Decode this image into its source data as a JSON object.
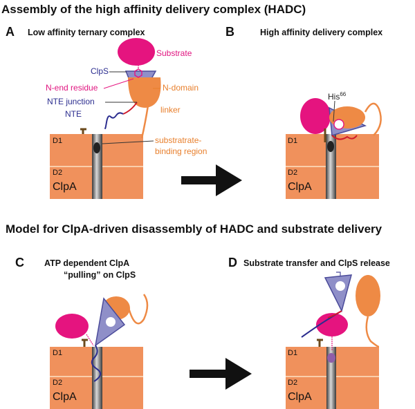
{
  "headings": {
    "top": "Assembly of the high affinity delivery complex (HADC)",
    "bottom": "Model for ClpA-driven disassembly of HADC and substrate delivery"
  },
  "panels": {
    "A": {
      "letter": "A",
      "title": "Low affinity ternary complex"
    },
    "B": {
      "letter": "B",
      "title": "High affinity delivery complex"
    },
    "C": {
      "letter": "C",
      "title_line1": "ATP dependent ClpA",
      "title_line2": "“pulling” on ClpS"
    },
    "D": {
      "letter": "D",
      "title": "Substrate transfer and ClpS release"
    }
  },
  "labels": {
    "substrate": "Substrate",
    "clps": "ClpS",
    "n_end_residue": "N-end residue",
    "n_domain": "N-domain",
    "nte_junction": "NTE junction",
    "nte": "NTE",
    "linker": "linker",
    "binding_region_line1": "substratrate-",
    "binding_region_line2": "binding region",
    "his": "His",
    "his_number": "66"
  },
  "ring": {
    "d1": "D1",
    "d2": "D2",
    "name": "ClpA"
  },
  "colors": {
    "ring": "#f0915c",
    "ring_line": "#fde3c5",
    "substrate": "#e5147f",
    "clps": "#8f8fc8",
    "clps_stroke": "#4b4b9a",
    "n_domain": "#ee8a45",
    "nte": "#2b2d8f",
    "arrow": "#111111"
  }
}
